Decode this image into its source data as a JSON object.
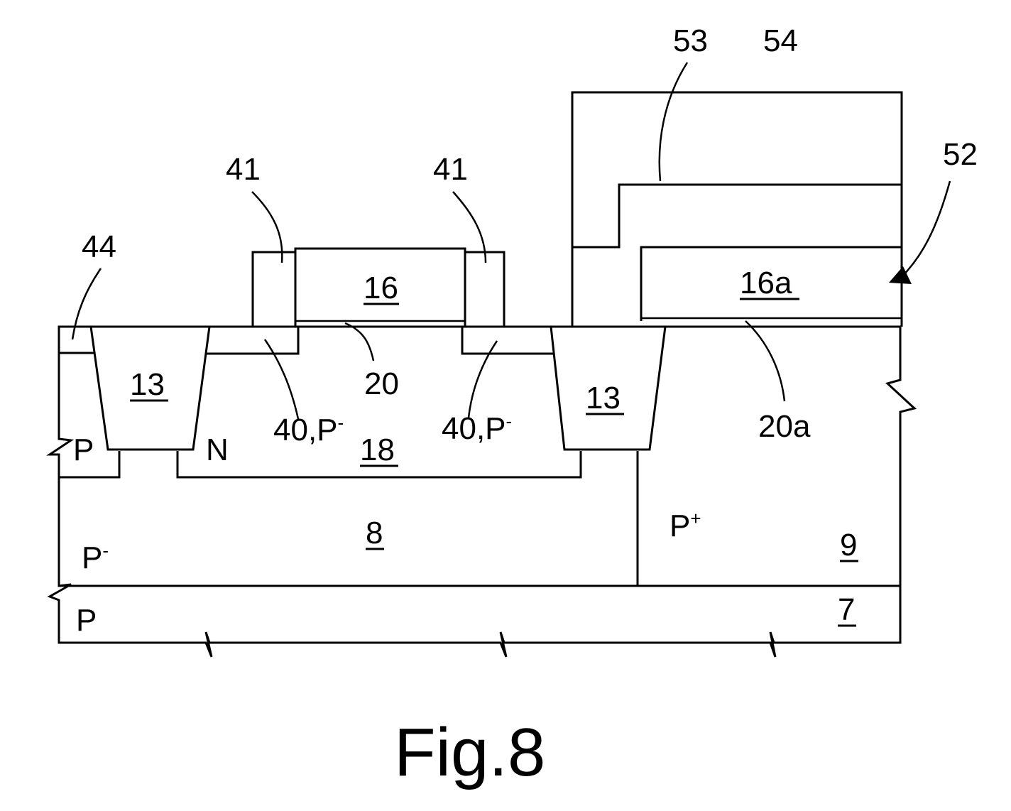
{
  "figure": {
    "caption": "Fig.8",
    "labels": {
      "l53": "53",
      "l54": "54",
      "l52": "52",
      "l41a": "41",
      "l41b": "41",
      "l44": "44",
      "l16": "16",
      "l16a": "16a",
      "l13a": "13",
      "l13b": "13",
      "l20": "20",
      "l20a": "20a",
      "l40a": "40,P",
      "l40b": "40,P",
      "l18": "18",
      "lN": "N",
      "lPtop": "P",
      "l8": "8",
      "lPminus": "P",
      "lPplus": "P",
      "l9": "9",
      "l7": "7",
      "lPbottom": "P"
    },
    "superscripts": {
      "minus": "-",
      "plus": "+"
    }
  }
}
